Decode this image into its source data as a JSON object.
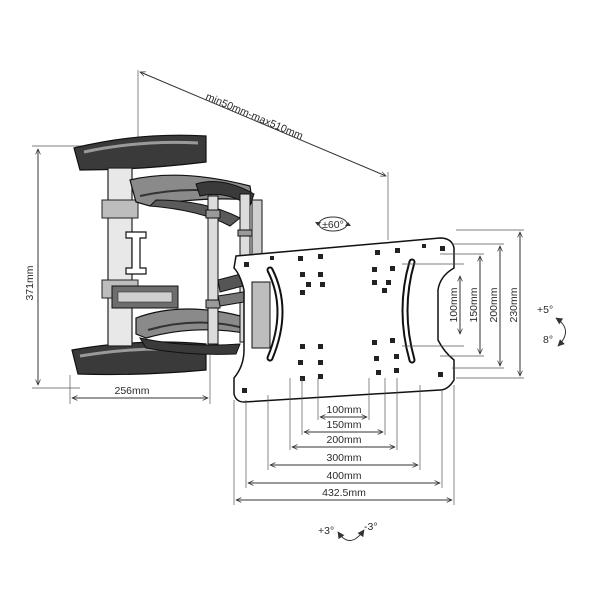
{
  "diagram": {
    "arm_extension": "min50mm-max510mm",
    "swivel": "±60°",
    "wall_plate_height": "371mm",
    "wall_plate_width": "256mm",
    "vesa_horizontal": [
      "100mm",
      "150mm",
      "200mm",
      "300mm",
      "400mm",
      "432.5mm"
    ],
    "vesa_vertical": [
      "100mm",
      "150mm",
      "200mm",
      "230mm"
    ],
    "tilt_up": "+5°",
    "tilt_down": "8°",
    "rotate_pos": "+3°",
    "rotate_neg": "-3°"
  },
  "colors": {
    "ink": "#1a1a1a",
    "dark_fill": "#2e2e2e",
    "mid_fill": "#8a8a8a",
    "light_fill": "#cfcfcf"
  }
}
